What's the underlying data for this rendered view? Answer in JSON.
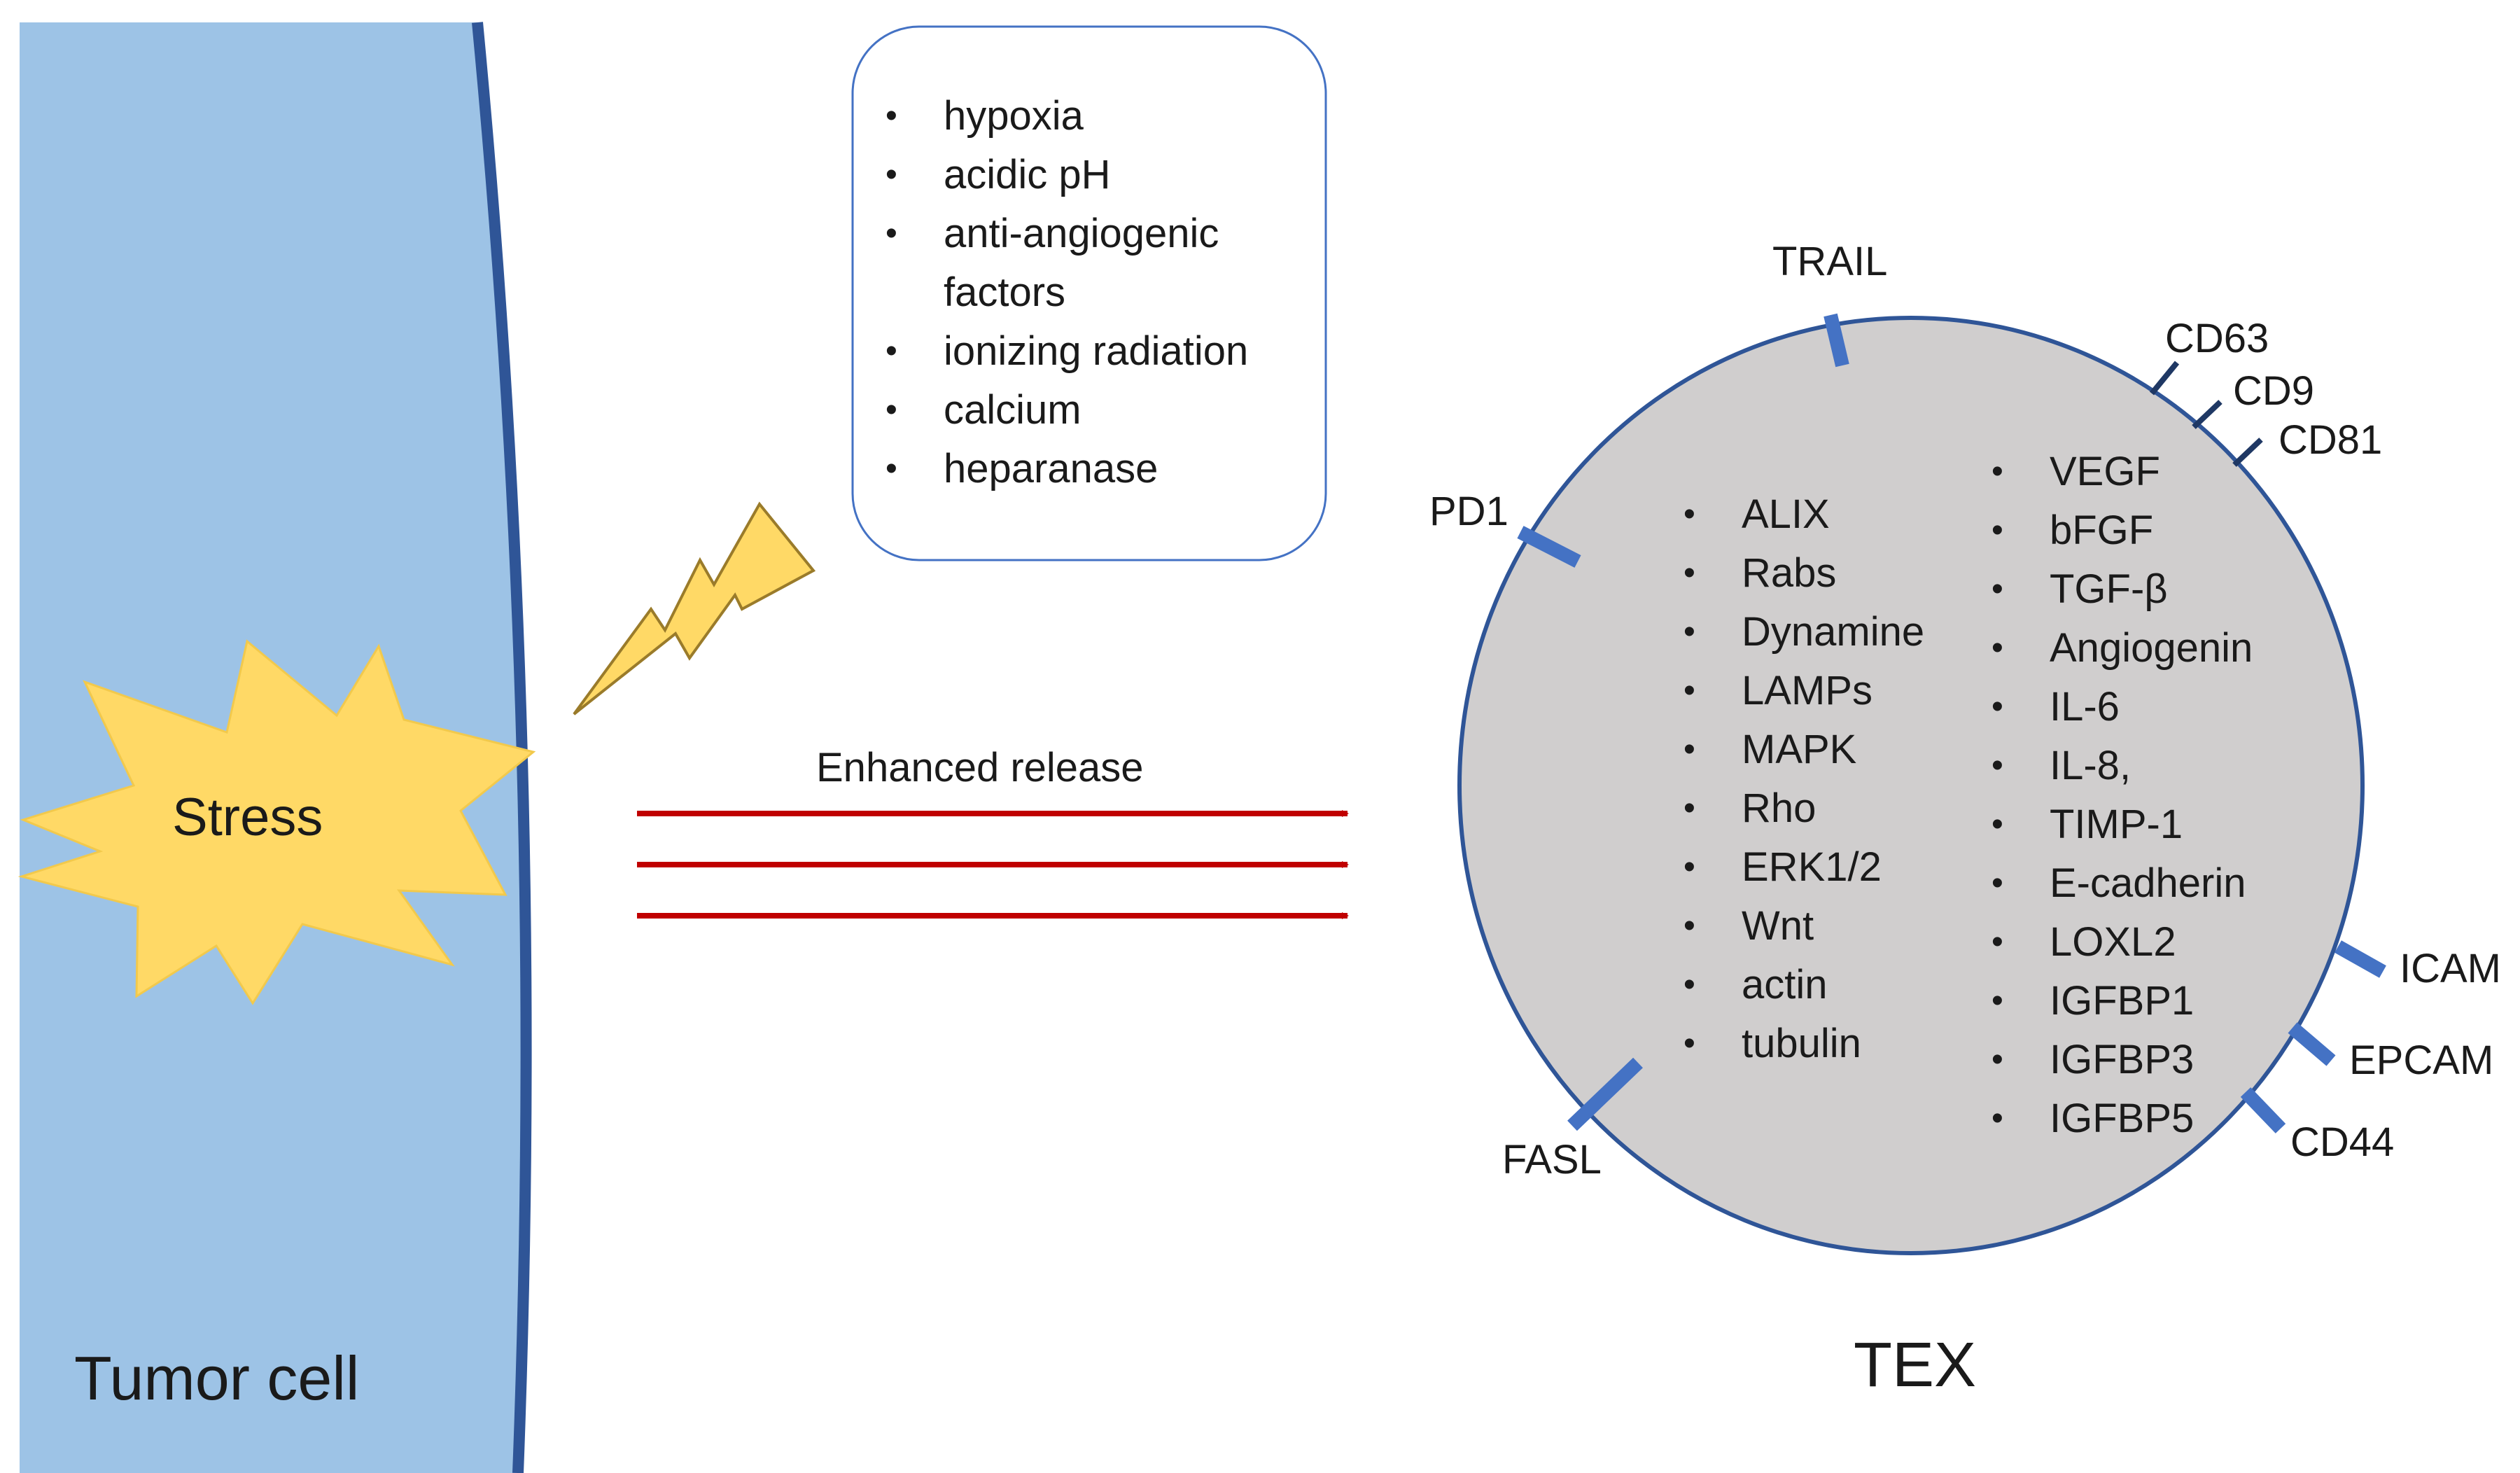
{
  "tumor_cell": {
    "label": "Tumor cell"
  },
  "stress": {
    "label": "Stress"
  },
  "stress_factors": [
    "hypoxia",
    "acidic pH",
    "anti-angiogenic factors",
    "ionizing radiation",
    "calcium",
    "heparanase"
  ],
  "release": {
    "label": "Enhanced release"
  },
  "tex": {
    "label": "TEX",
    "internal_proteins": [
      "ALIX",
      "Rabs",
      "Dynamine",
      "LAMPs",
      "MAPK",
      "Rho",
      "ERK1/2",
      "Wnt",
      "actin",
      "tubulin"
    ],
    "cargo_factors": [
      "VEGF",
      "bFGF",
      "TGF-β",
      "Angiogenin",
      "IL-6",
      "IL-8,",
      "TIMP-1",
      "E-cadherin",
      "LOXL2",
      "IGFBP1",
      "IGFBP3",
      "IGFBP5"
    ],
    "surface_markers": {
      "trail": "TRAIL",
      "cd63": "CD63",
      "cd9": "CD9",
      "cd81": "CD81",
      "pd1": "PD1",
      "icam": "ICAM",
      "epcam": "EPCAM",
      "cd44": "CD44",
      "fasl": "FASL"
    }
  },
  "colors": {
    "tumor_fill": "#9dc3e6",
    "tumor_membrane": "#2f5597",
    "stress_fill": "#ffd966",
    "arrow": "#c00000",
    "vesicle_fill": "#d0cece",
    "vesicle_border": "#2f5597",
    "marker": "#4472c4"
  }
}
